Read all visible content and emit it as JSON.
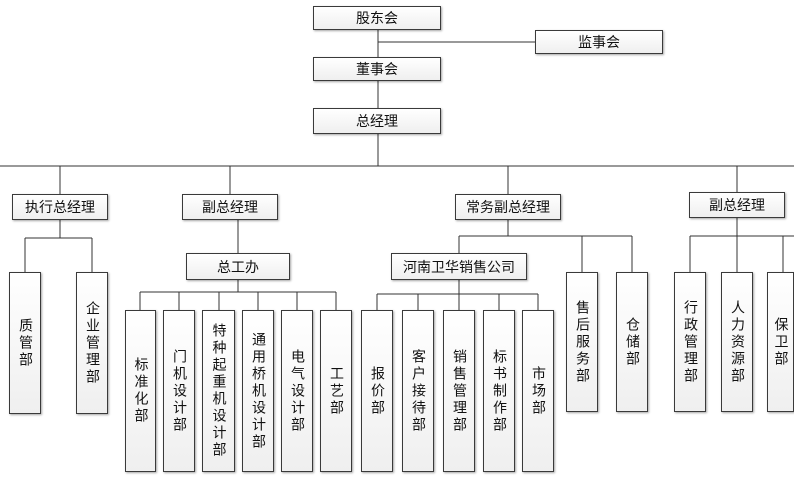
{
  "org": {
    "shareholders": "股东会",
    "supervisors": "监事会",
    "board": "董事会",
    "gm": "总经理",
    "exec_vgm": "执行总经理",
    "vgm_left": "副总经理",
    "engineering_office": "总工办",
    "exec_vgm_depts": [
      "质管部",
      "企业管理部"
    ],
    "engineering_depts": [
      "标准化部",
      "门机设计部",
      "特种起重机设计部",
      "通用桥机设计部",
      "电气设计部",
      "工艺部"
    ],
    "standing_vgm": "常务副总经理",
    "sales_company": "河南卫华销售公司",
    "sales_depts": [
      "报价部",
      "客户接待部",
      "销售管理部",
      "标书制作部",
      "市场部"
    ],
    "standing_depts": [
      "售后服务部",
      "仓储部"
    ],
    "vgm_right": "副总经理",
    "vgm_right_depts": [
      "行政管理部",
      "人力资源部",
      "保卫部"
    ]
  }
}
